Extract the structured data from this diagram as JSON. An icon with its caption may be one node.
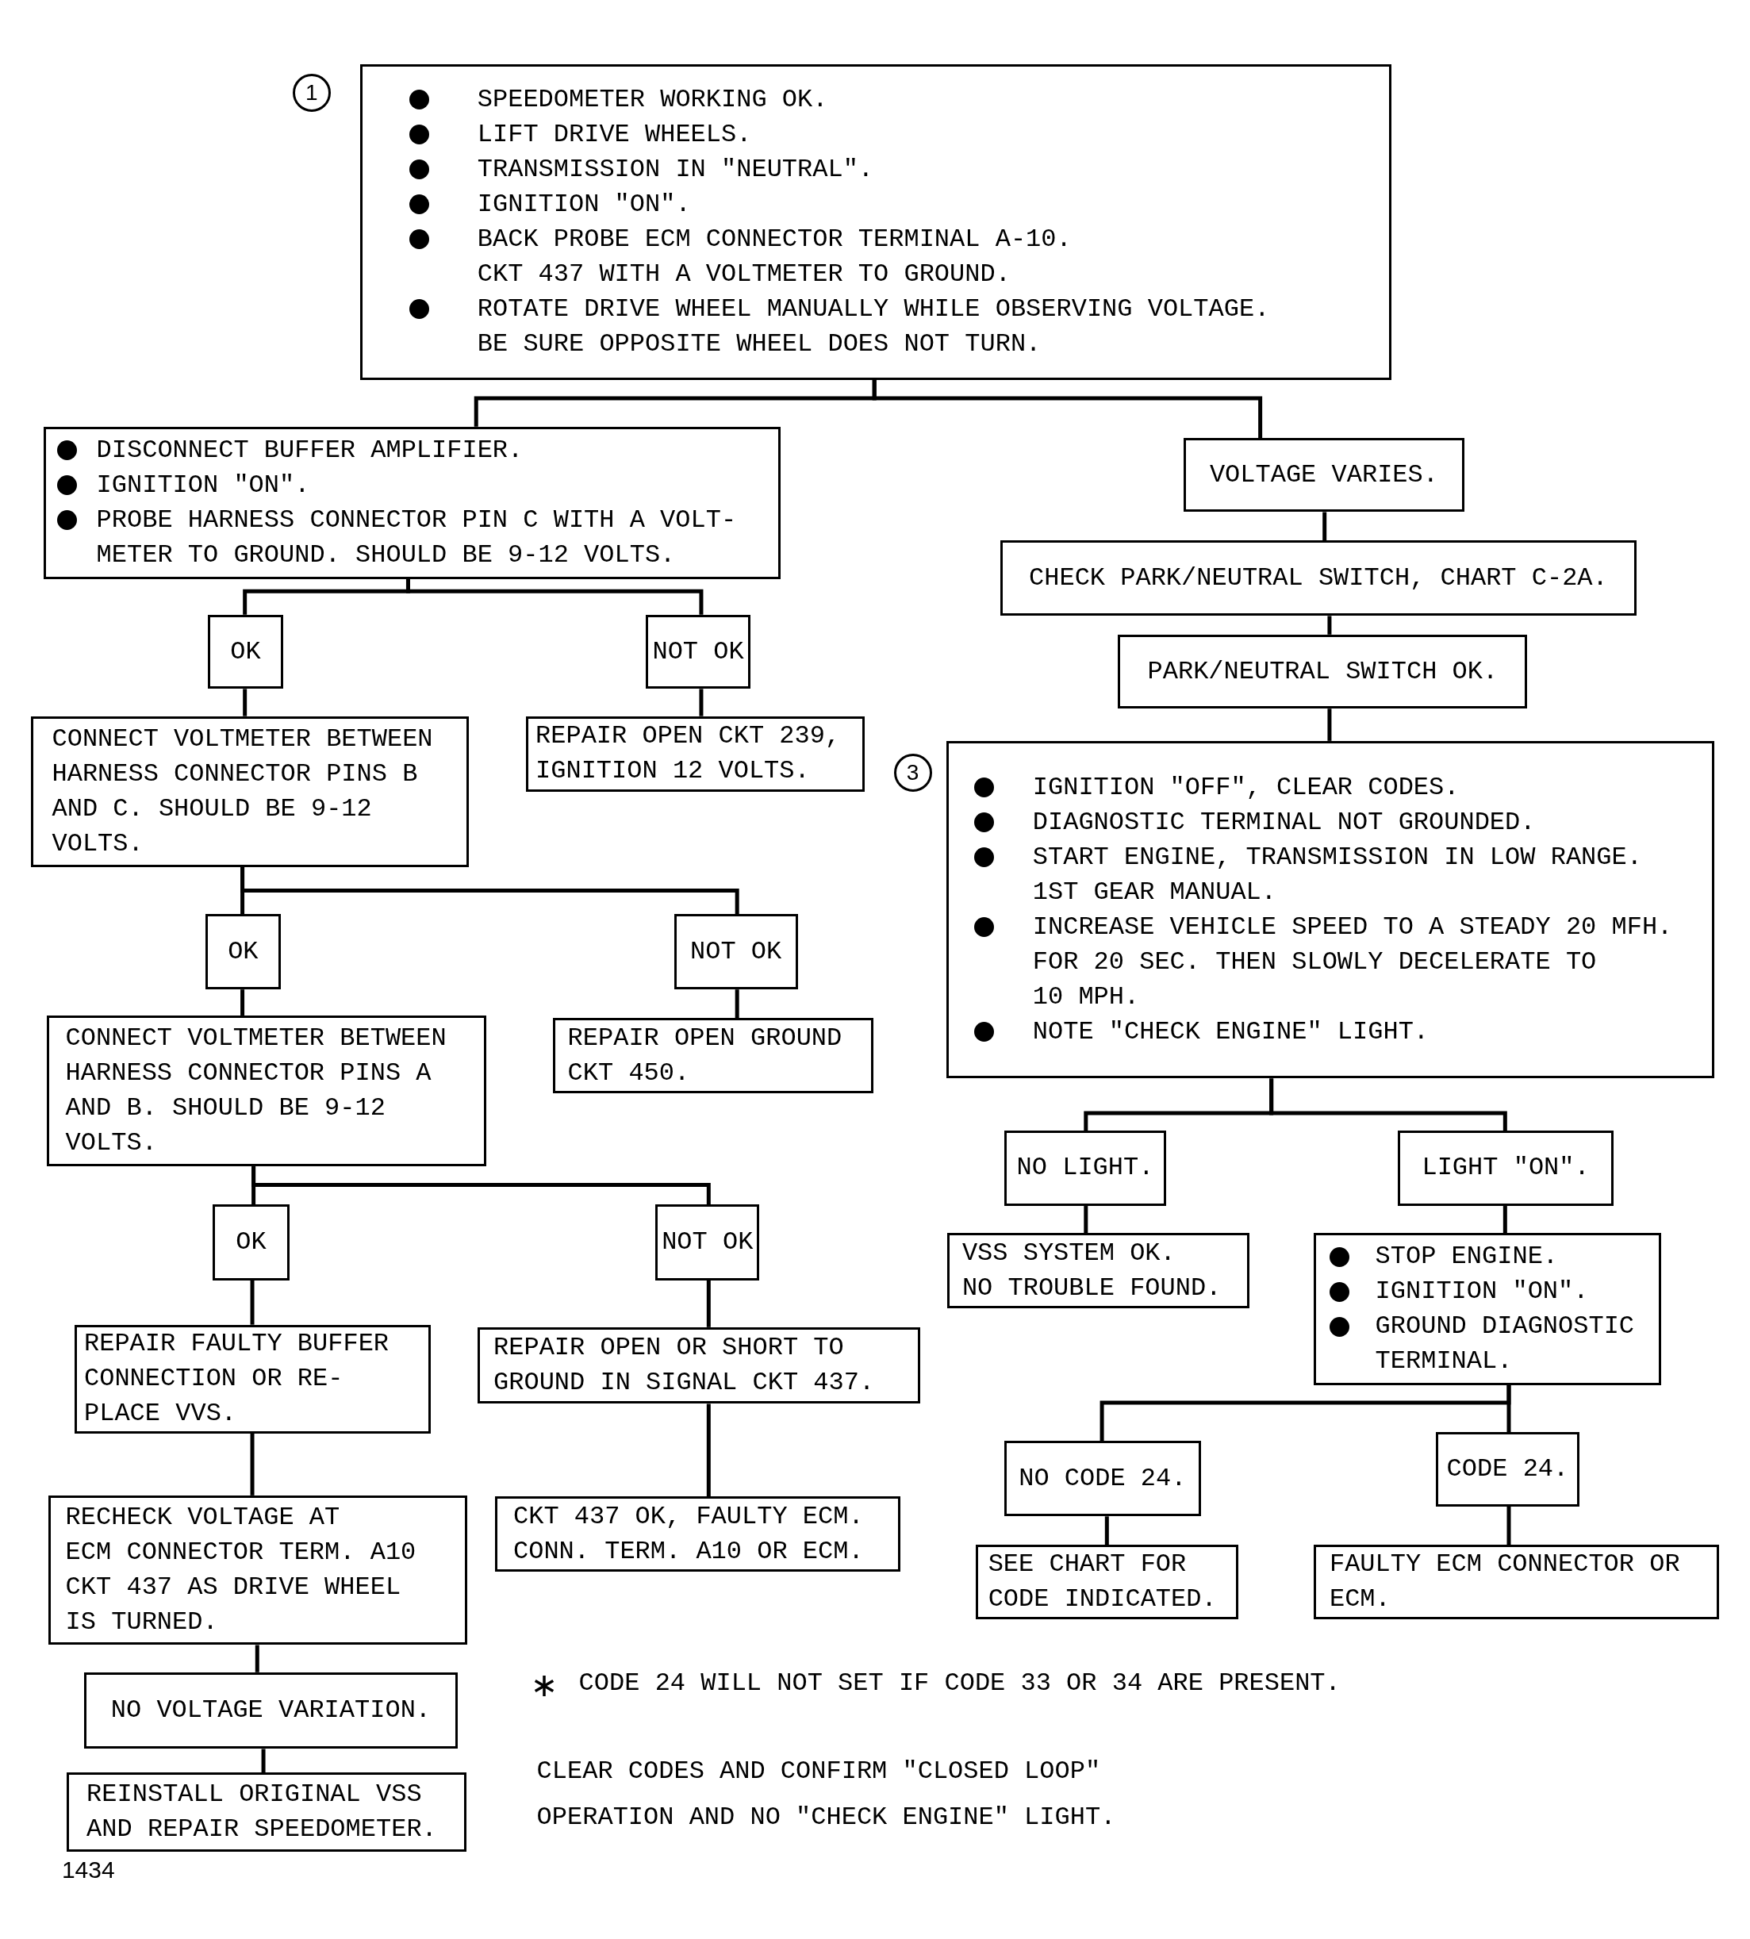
{
  "diagram": {
    "nodes": [
      {
        "text": [
          "SPEEDOMETER WORKING OK.",
          "LIFT DRIVE WHEELS.",
          "TRANSMISSION IN \"NEUTRAL\".",
          "IGNITION \"ON\".",
          "BACK PROBE ECM CONNECTOR TERMINAL A-10. CKT 437 WITH A VOLTMETER TO GROUND.",
          "ROTATE DRIVE WHEEL MANUALLY WHILE OBSERVING VOLTAGE. BE SURE OPPOSITE WHEEL DOES NOT TURN."
        ],
        "beside": [
          "1"
        ]
      },
      {
        "text": [
          "DISCONNECT BUFFER AMPLIFIER.",
          "IGNITION \"ON\".",
          "PROBE HARNESS CONNECTOR PIN C WITH A VOLT- METER TO GROUND. SHOULD BE 9-12 VOLTS."
        ]
      },
      {
        "text": [
          "VOLTAGE VARIES."
        ]
      },
      {
        "text": [
          "OK"
        ]
      },
      {
        "text": [
          "NOT OK"
        ]
      },
      {
        "text": [
          "CHECK PARK/NEUTRAL SWITCH, CHART C-2A."
        ]
      },
      {
        "text": [
          "PARK/NEUTRAL SWITCH OK."
        ]
      },
      {
        "text": [
          "CONNECT VOLTMETER BETWEEN HARNESS CONNECTOR PINS B AND C. SHOULD BE 9-12 VOLTS."
        ]
      },
      {
        "text": [
          "REPAIR OPEN CKT 239, IGNITION 12 VOLTS."
        ]
      },
      {
        "text": [
          "IGNITION \"OFF\", CLEAR CODES.",
          "DIAGNOSTIC TERMINAL NOT GROUNDED.",
          "START ENGINE, TRANSMISSION IN LOW RANGE. 1ST GEAR MANUAL.",
          "INCREASE VEHICLE SPEED TO A STEADY 20 MFH. FOR 20 SEC. THEN SLOWLY DECELERATE TO 10 MPH.",
          "NOTE \"CHECK ENGINE\" LIGHT."
        ],
        "beside": [
          "3"
        ]
      },
      {
        "text": [
          "OK"
        ]
      },
      {
        "text": [
          "NOT OK"
        ]
      },
      {
        "text": [
          "CONNECT VOLTMETER BETWEEN HARNESS CONNECTOR PINS A AND B. SHOULD BE 9-12 VOLTS."
        ]
      },
      {
        "text": [
          "REPAIR OPEN GROUND CKT 450."
        ]
      },
      {
        "text": [
          "NO LIGHT."
        ]
      },
      {
        "text": [
          "LIGHT \"ON\"."
        ]
      },
      {
        "text": [
          "VSS SYSTEM OK. NO TROUBLE FOUND."
        ]
      },
      {
        "text": [
          "STOP ENGINE.",
          "IGNITION \"ON\".",
          "GROUND DIAGNOSTIC TERMINAL."
        ]
      },
      {
        "text": [
          "OK"
        ]
      },
      {
        "text": [
          "NOT OK"
        ]
      },
      {
        "text": [
          "REPAIR FAULTY BUFFER CONNECTION OR RE- PLACE VVS."
        ]
      },
      {
        "text": [
          "REPAIR OPEN OR SHORT TO GROUND IN SIGNAL CKT 437."
        ]
      },
      {
        "text": [
          "NO CODE 24."
        ]
      },
      {
        "text": [
          "CODE 24."
        ]
      },
      {
        "text": [
          "RECHECK VOLTAGE AT ECM CONNECTOR TERM. A10 CKT 437 AS DRIVE WHEEL IS TURNED."
        ]
      },
      {
        "text": [
          "CKT 437 OK, FAULTY ECM. CONN. TERM. A10 OR ECM."
        ]
      },
      {
        "text": [
          "SEE CHART FOR CODE INDICATED."
        ]
      },
      {
        "text": [
          "FAULTY ECM CONNECTOR OR ECM."
        ]
      },
      {
        "text": [
          "NO VOLTAGE VARIATION."
        ]
      },
      {
        "text": [
          "REINSTALL ORIGINAL VSS AND REPAIR SPEEDOMETER."
        ]
      }
    ],
    "edges": [
      {
        "from": 0,
        "to": 1,
        "arrow": "none"
      },
      {
        "from": 0,
        "to": 2,
        "arrow": "none"
      },
      {
        "from": 1,
        "to": 3,
        "arrow": "none"
      },
      {
        "from": 1,
        "to": 4,
        "arrow": "none"
      },
      {
        "from": 2,
        "to": 5,
        "arrow": "none"
      },
      {
        "from": 3,
        "to": 7,
        "arrow": "none"
      },
      {
        "from": 4,
        "to": 8,
        "arrow": "none"
      },
      {
        "from": 5,
        "to": 6,
        "arrow": "none"
      },
      {
        "from": 6,
        "to": 9,
        "arrow": "none"
      },
      {
        "from": 7,
        "to": 10,
        "arrow": "none"
      },
      {
        "from": 7,
        "to": 11,
        "arrow": "none"
      },
      {
        "from": 9,
        "to": 14,
        "arrow": "none"
      },
      {
        "from": 9,
        "to": 15,
        "arrow": "none"
      },
      {
        "from": 10,
        "to": 12,
        "arrow": "none"
      },
      {
        "from": 11,
        "to": 13,
        "arrow": "none"
      },
      {
        "from": 14,
        "to": 16,
        "arrow": "none"
      },
      {
        "from": 15,
        "to": 17,
        "arrow": "none"
      },
      {
        "from": 12,
        "to": 18,
        "arrow": "none"
      },
      {
        "from": 12,
        "to": 19,
        "arrow": "none"
      },
      {
        "from": 17,
        "to": 22,
        "arrow": "none"
      },
      {
        "from": 17,
        "to": 23,
        "arrow": "none"
      },
      {
        "from": 18,
        "to": 20,
        "arrow": "none"
      },
      {
        "from": 19,
        "to": 21,
        "arrow": "none"
      },
      {
        "from": 22,
        "to": 26,
        "arrow": "none"
      },
      {
        "from": 23,
        "to": 27,
        "arrow": "none"
      },
      {
        "from": 20,
        "to": 24,
        "arrow": "none"
      },
      {
        "from": 21,
        "to": 25,
        "arrow": "none"
      },
      {
        "from": 24,
        "to": 28,
        "arrow": "none"
      },
      {
        "from": 28,
        "to": 29,
        "arrow": "none"
      }
    ],
    "labels": [
      "CODE 24 WILL NOT SET IF CODE 33 OR 34 ARE PRESENT.",
      "CLEAR CODES AND CONFIRM \"CLOSED LOOP\" OPERATION AND NO \"CHECK ENGINE\" LIGHT.",
      "1434"
    ]
  }
}
